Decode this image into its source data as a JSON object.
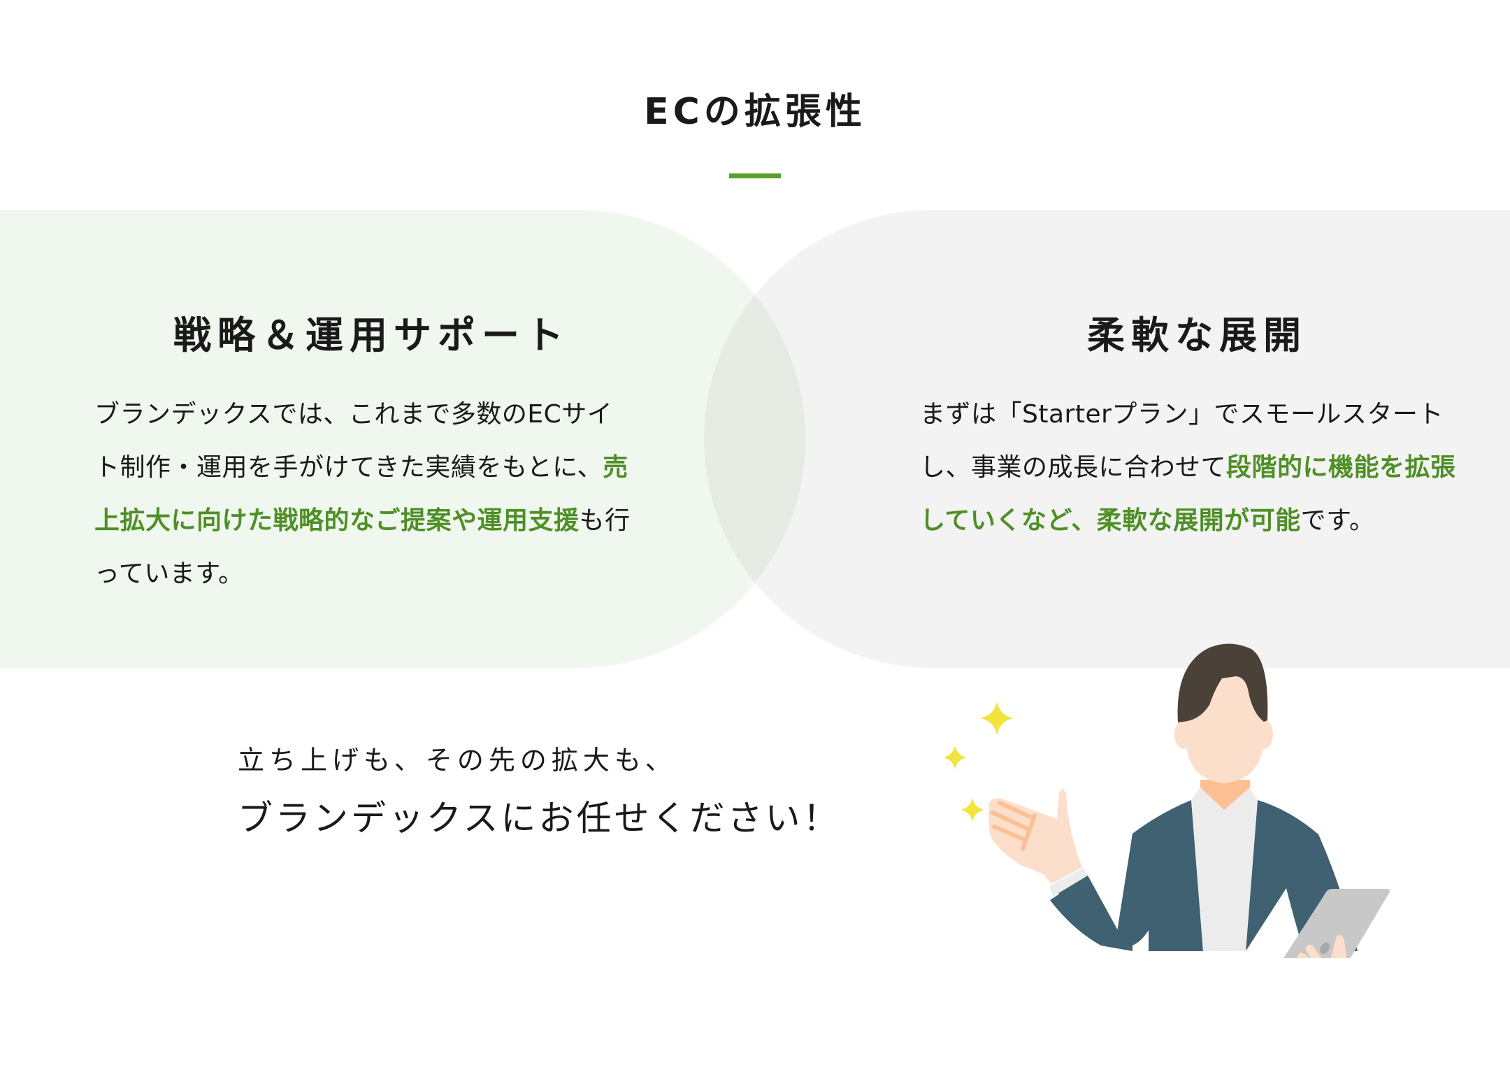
{
  "section": {
    "title": "ECの拡張性",
    "accent_color": "#5a9e2f"
  },
  "cards": [
    {
      "heading": "戦略＆運用サポート",
      "background": "#f0f7ee",
      "body": [
        {
          "text": "ブランデックスでは、これまで多数のECサイト制作・運用を手がけてきた実績をもとに、",
          "highlight": false
        },
        {
          "text": "売上拡大に向けた戦略的なご提案や運用支援",
          "highlight": true
        },
        {
          "text": "も行っています。",
          "highlight": false
        }
      ]
    },
    {
      "heading": "柔軟な展開",
      "background": "#f3f3f3",
      "body": [
        {
          "text": "まずは「Starterプラン」でスモールスタートし、事業の成長に合わせて",
          "highlight": false
        },
        {
          "text": "段階的に機能を拡張していくなど、柔軟な展開が可能",
          "highlight": true
        },
        {
          "text": "です。",
          "highlight": false
        }
      ]
    }
  ],
  "tagline": {
    "line1": "立ち上げも、その先の拡大も、",
    "line2": "ブランデックスにお任せください！"
  },
  "illustration": {
    "subject": "businessman-with-tablet-presenting",
    "icons": [
      "sparkle-icon",
      "sparkle-icon",
      "sparkle-icon"
    ],
    "colors": {
      "sparkle": "#f2e43c",
      "jacket": "#3f6171",
      "shirt": "#ececec",
      "skin": "#fbdfca",
      "skin_shadow": "#fdbf94",
      "hair": "#4a4238",
      "tablet": "#c8c8c8"
    }
  },
  "highlight_color": "#4f8f27"
}
